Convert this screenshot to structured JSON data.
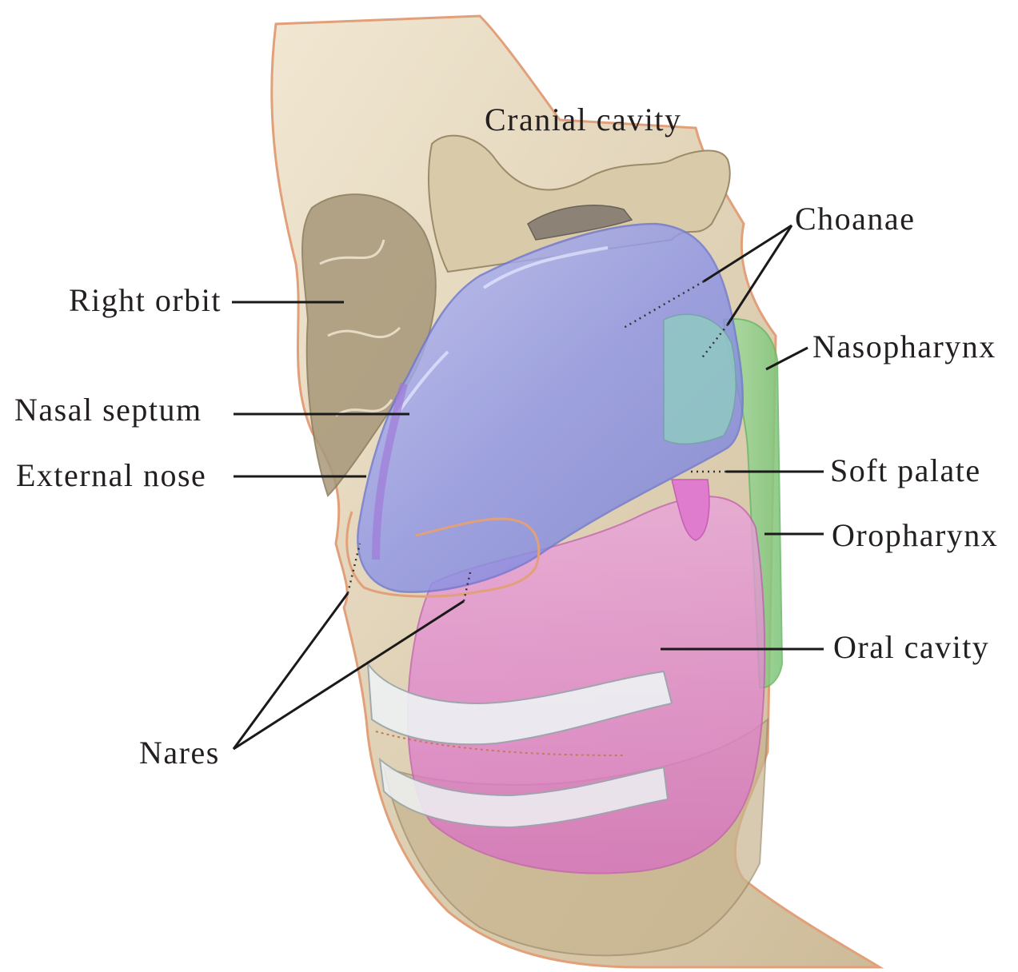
{
  "labels": {
    "cranial_cavity": "Cranial cavity",
    "choanae": "Choanae",
    "right_orbit": "Right orbit",
    "nasopharynx": "Nasopharynx",
    "nasal_septum": "Nasal septum",
    "external_nose": "External nose",
    "soft_palate": "Soft palate",
    "oropharynx": "Oropharynx",
    "oral_cavity": "Oral cavity",
    "nares": "Nares"
  },
  "colors": {
    "bone": "#e8dcc4",
    "bone_shadow": "#b9a98a",
    "skin_outline": "#e2a07a",
    "nasal_cavity": "#8f96e6",
    "nasopharynx": "#9fd69a",
    "oral_cavity": "#e58fd0",
    "teeth": "#eef2f4"
  }
}
